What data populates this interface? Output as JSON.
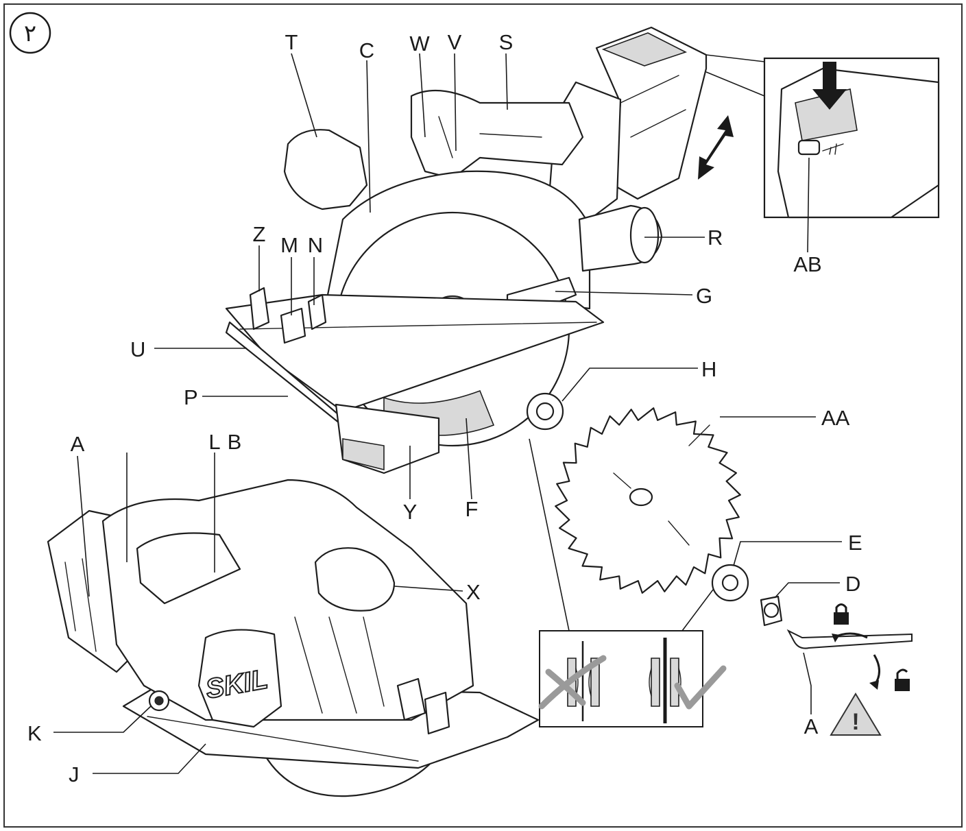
{
  "figure_number": "۲",
  "brand": "SKIL",
  "labels": {
    "T": "T",
    "C": "C",
    "W": "W",
    "V": "V",
    "S": "S",
    "Z": "Z",
    "M": "M",
    "N": "N",
    "R": "R",
    "G": "G",
    "U": "U",
    "P": "P",
    "H": "H",
    "AA": "AA",
    "AB": "AB",
    "A_top": "A",
    "L": "L",
    "B": "B",
    "Y": "Y",
    "F": "F",
    "E": "E",
    "D": "D",
    "X": "X",
    "K": "K",
    "J": "J",
    "A_bottom": "A"
  },
  "icons": {
    "lock": "lock-icon",
    "unlock": "unlock-icon",
    "warning": "warning-triangle-icon",
    "double_arrow": "double-arrow-icon",
    "press_arrow": "press-arrow-icon",
    "correct": "check-mark-icon",
    "incorrect": "cross-mark-icon"
  }
}
